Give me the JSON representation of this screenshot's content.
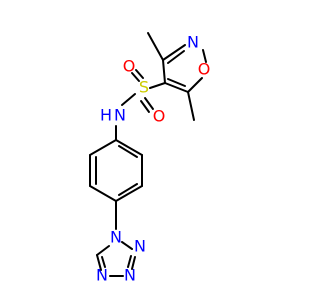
{
  "molecule": {
    "atoms": {
      "n_isoxazole": {
        "label": "N",
        "color": "#0000ff"
      },
      "o_isoxazole": {
        "label": "O",
        "color": "#ff0000"
      },
      "s_sulfonyl": {
        "label": "S",
        "color": "#cccc00"
      },
      "o_sulfonyl_top": {
        "label": "O",
        "color": "#ff0000"
      },
      "o_sulfonyl_bottom": {
        "label": "O",
        "color": "#ff0000"
      },
      "nh_amide": {
        "label": "N",
        "color": "#0000ff"
      },
      "h_amide": {
        "label": "H",
        "color": "#0000ff"
      },
      "n_tetrazole_1": {
        "label": "N",
        "color": "#0000ff"
      },
      "n_tetrazole_2": {
        "label": "N",
        "color": "#0000ff"
      },
      "n_tetrazole_3": {
        "label": "N",
        "color": "#0000ff"
      },
      "n_tetrazole_4": {
        "label": "N",
        "color": "#0000ff"
      }
    },
    "bond_color": "#000000"
  }
}
